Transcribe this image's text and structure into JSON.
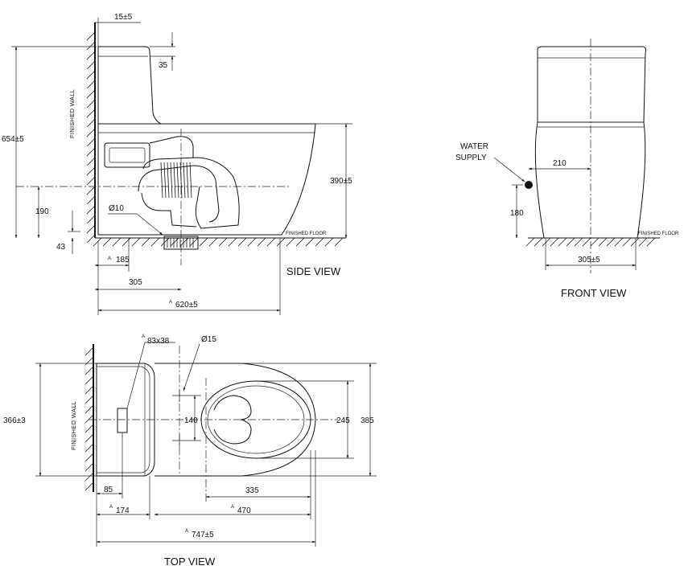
{
  "views": {
    "side": {
      "title": "SIDE VIEW",
      "wall_label": "FINISHED WALL",
      "floor_label": "FINISHED FLOOR",
      "dims": {
        "top_gap": "15±5",
        "lid_drop": "35",
        "overall_height": "654±5",
        "rim_height": "390±5",
        "outlet_height": "190",
        "floor_offset": "43",
        "pipe_dia": "Ø10",
        "rough_in": "185",
        "rough_in_mark": "A",
        "to_outlet": "305",
        "overall_length": "620±5",
        "overall_length_mark": "A"
      }
    },
    "front": {
      "title": "FRONT VIEW",
      "supply_label_1": "WATER",
      "supply_label_2": "SUPPLY",
      "floor_label": "FINISHED FLOOR",
      "dims": {
        "supply_offset": "210",
        "supply_height": "180",
        "base_width": "305±5"
      }
    },
    "top": {
      "title": "TOP VIEW",
      "wall_label": "FINISHED WALL",
      "dims": {
        "button_size": "83x38",
        "button_size_mark": "A",
        "hole_dia": "Ø15",
        "tank_depth": "366±3",
        "bolt_spacing": "140",
        "bowl_opening_width": "245",
        "overall_width": "385",
        "button_offset": "85",
        "tank_length": "174",
        "tank_length_mark": "A",
        "bowl_opening_length": "335",
        "bowl_length": "470",
        "bowl_length_mark": "A",
        "overall_length": "747±5",
        "overall_length_mark": "A"
      }
    }
  }
}
